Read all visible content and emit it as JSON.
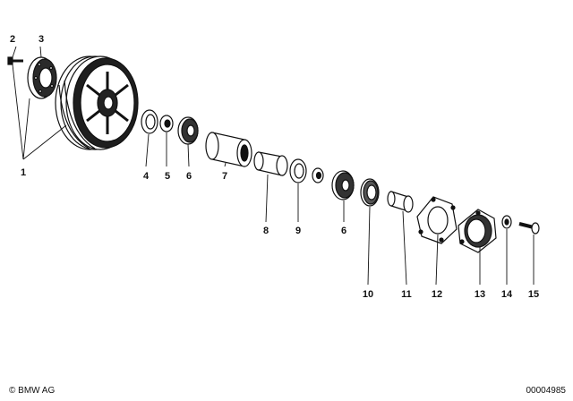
{
  "callouts": {
    "c1": "1",
    "c2": "2",
    "c3": "3",
    "c4": "4",
    "c5": "5",
    "c6a": "6",
    "c6b": "6",
    "c7": "7",
    "c8": "8",
    "c9": "9",
    "c10": "10",
    "c11": "11",
    "c12": "12",
    "c13": "13",
    "c14": "14",
    "c15": "15"
  },
  "footer": {
    "copyright": "© BMW AG",
    "drawing_number": "00004985"
  }
}
